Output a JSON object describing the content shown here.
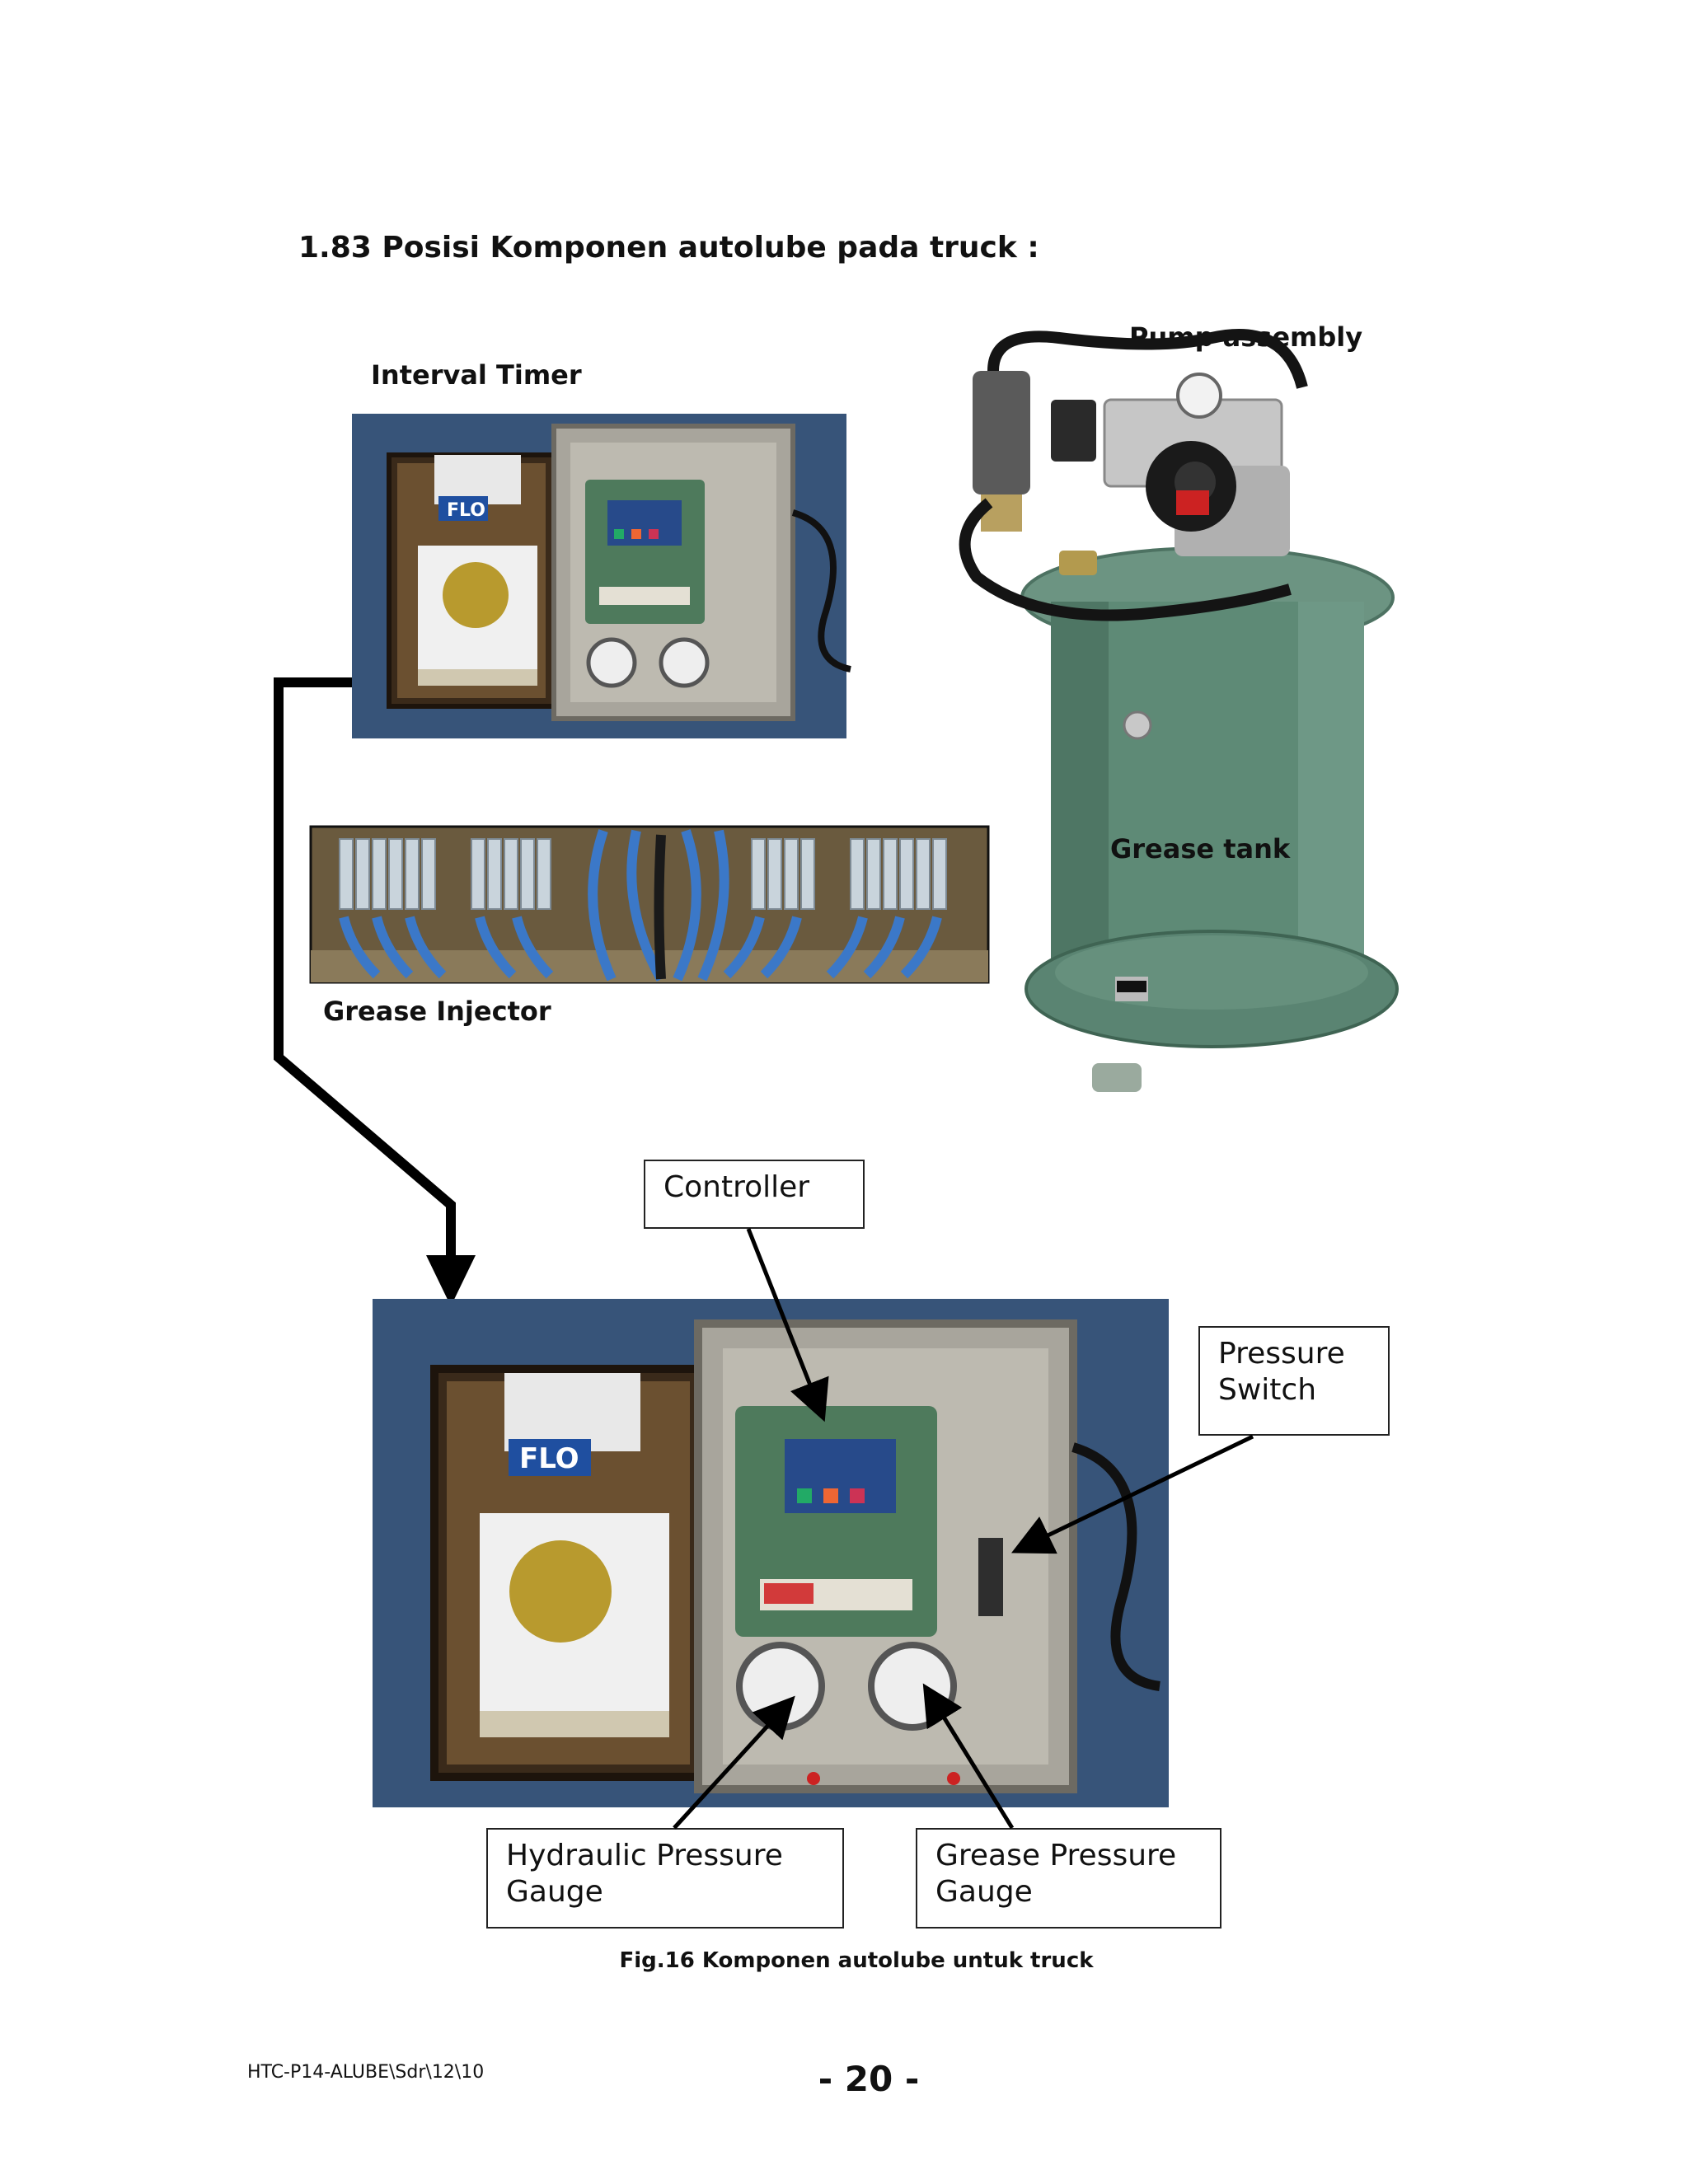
{
  "heading": "1.83 Posisi Komponen autolube pada truck :",
  "labels": {
    "interval_timer": "Interval Timer",
    "pump_assembly": "Pump assembly",
    "grease_tank": "Grease tank",
    "grease_injector": "Grease Injector"
  },
  "photo_text": {
    "brand": "FLO"
  },
  "callouts": {
    "controller": "Controller",
    "pressure_switch": "Pressure\nSwitch",
    "hydraulic_gauge": "Hydraulic Pressure\nGauge",
    "grease_gauge": "Grease Pressure\nGauge"
  },
  "caption": "Fig.16 Komponen autolube untuk truck",
  "footer": {
    "code": "HTC-P14-ALUBE\\Sdr\\12\\10",
    "page": "- 20 -"
  },
  "colors": {
    "photo_background": "#3d5a80",
    "enclosure_steel": "#a8a59c",
    "controller_green": "#4e7a5c",
    "tank_green": "#5e8a76",
    "hose_blue": "#3b78c8",
    "arrow": "#000000"
  }
}
